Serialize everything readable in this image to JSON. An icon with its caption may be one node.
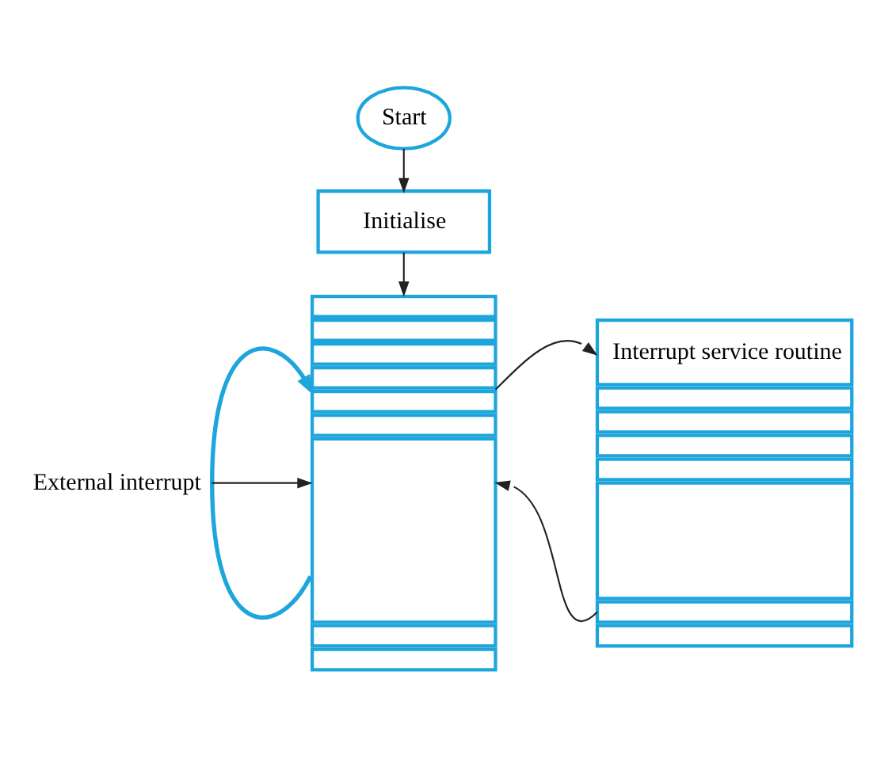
{
  "diagram": {
    "nodes": [
      {
        "text": [
          "Start"
        ]
      },
      {
        "text": [
          "Initialise"
        ]
      },
      {
        "text": [],
        "shape": "box"
      },
      {
        "text": [
          "External interrupt"
        ]
      },
      {
        "text": [
          "Interrupt service routine"
        ]
      }
    ],
    "edges": [
      {
        "from": 0,
        "to": 1,
        "arrow": "to"
      },
      {
        "from": 1,
        "to": 2,
        "arrow": "to"
      },
      {
        "from": 2,
        "to": 2,
        "arrow": "to",
        "color": "#1ea6dc",
        "style": "thick"
      },
      {
        "from": 3,
        "to": 2,
        "arrow": "to"
      },
      {
        "from": 2,
        "to": 4,
        "arrow": "to"
      },
      {
        "from": 4,
        "to": 2,
        "arrow": "to"
      }
    ]
  }
}
